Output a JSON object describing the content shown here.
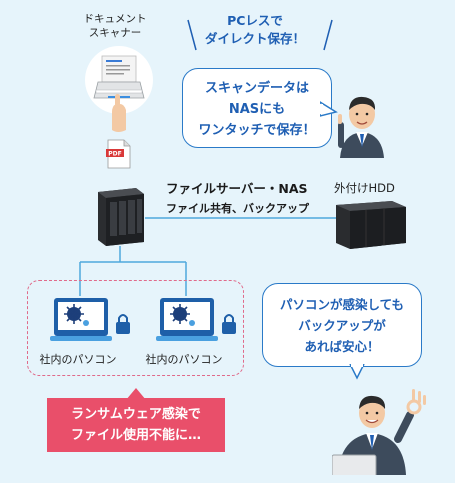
{
  "scanner": {
    "label_line1": "ドキュメント",
    "label_line2": "スキャナー"
  },
  "headline": {
    "line1": "PCレスで",
    "line2": "ダイレクト保存！"
  },
  "speech_top": {
    "line1": "スキャンデータは",
    "line2": "NASにも",
    "line3": "ワンタッチで保存！"
  },
  "pdf_icon": {
    "text": "PDF"
  },
  "nas": {
    "title": "ファイルサーバー・NAS",
    "subtitle": "ファイル共有、バックアップ"
  },
  "external_hdd": {
    "label": "外付けHDD"
  },
  "office_pcs": [
    {
      "label": "社内のパソコン"
    },
    {
      "label": "社内のパソコン"
    }
  ],
  "warning": {
    "line1": "ランサムウェア感染で",
    "line2": "ファイル使用不能に…"
  },
  "speech_bottom": {
    "line1": "パソコンが感染しても",
    "line2": "バックアップが",
    "line3": "あれば安心！"
  },
  "colors": {
    "background": "#e6f4fb",
    "accent_blue": "#1f5fb3",
    "line_blue": "#4fa8dc",
    "warning_red": "#e94f6a",
    "dashed_pink": "#e06a8a"
  }
}
